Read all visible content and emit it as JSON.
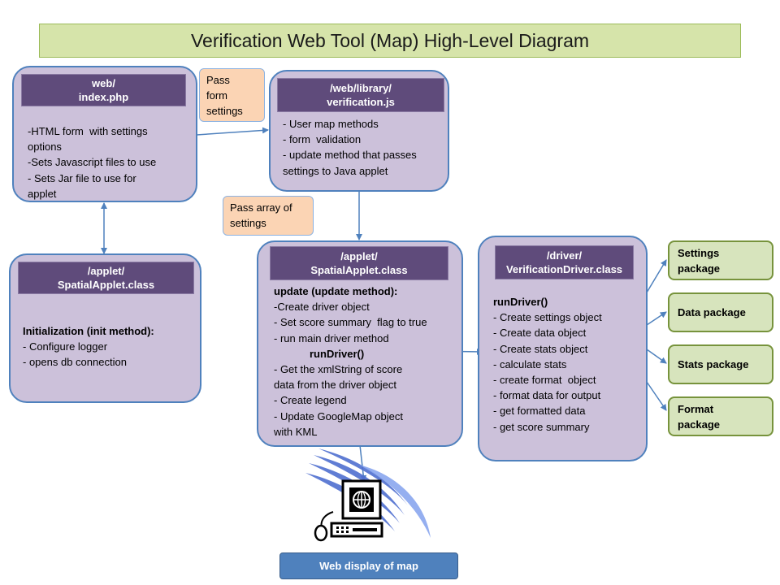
{
  "title": "Verification Web Tool (Map) High-Level Diagram",
  "colors": {
    "title_bg": "#d6e4aa",
    "box_fill": "#ccc1da",
    "box_border": "#4f81bd",
    "header_fill": "#5f4b7b",
    "note_fill": "#fbd4b4",
    "package_fill": "#d7e4bd",
    "package_border": "#77933c",
    "arrow": "#4f81bd",
    "web_display_fill": "#4f81bd"
  },
  "boxes": {
    "index": {
      "header": [
        "web/",
        "index.php"
      ],
      "lines": [
        "-HTML form  with settings",
        "options",
        "-Sets Javascript files to use",
        "- Sets Jar file to use for",
        "applet"
      ]
    },
    "verification": {
      "header": [
        "/web/library/",
        "verification.js"
      ],
      "lines": [
        "- User map methods",
        "- form  validation",
        "- update method that passes",
        "settings to Java applet"
      ]
    },
    "applet_init": {
      "header": [
        "/applet/",
        "SpatialApplet.class"
      ],
      "heading": "Initialization (init method):",
      "lines": [
        "- Configure logger",
        "- opens db connection"
      ]
    },
    "applet_update": {
      "header": [
        "/applet/",
        "SpatialApplet.class"
      ],
      "heading": "update (update method):",
      "lines_a": [
        "-Create driver object",
        "- Set score summary  flag to true",
        "- run main driver method"
      ],
      "run_driver": "runDriver()",
      "lines_b": [
        "- Get the xmlString of score",
        "data from the driver object",
        "- Create legend",
        "- Update GoogleMap object",
        "with KML"
      ]
    },
    "driver": {
      "header": [
        "/driver/",
        "VerificationDriver.class"
      ],
      "heading": "runDriver()",
      "lines": [
        "- Create settings object",
        "- Create data object",
        "- Create stats object",
        "- calculate stats",
        "- create format  object",
        "- format data for output",
        "- get formatted data",
        "- get score summary"
      ]
    }
  },
  "notes": {
    "pass_form": [
      "Pass",
      "form",
      "settings"
    ],
    "pass_array": [
      "Pass array of",
      "settings"
    ]
  },
  "packages": [
    [
      "Settings",
      "package"
    ],
    [
      "Data package"
    ],
    [
      "Stats package"
    ],
    [
      "Format",
      "package"
    ]
  ],
  "web_display": "Web display  of map",
  "computer_icon": "computer-terminal-icon"
}
